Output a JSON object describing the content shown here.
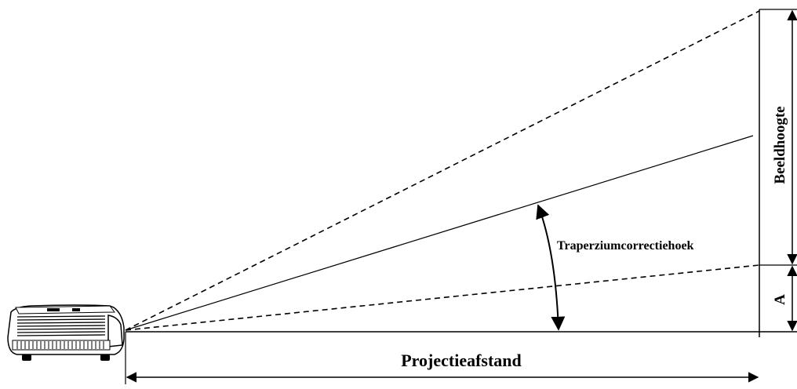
{
  "labels": {
    "image_height": "Beeldhoogte",
    "offset": "A",
    "keystone_angle": "Traperziumcorrectiehoek",
    "projection_distance": "Projectieafstand"
  },
  "icons": {
    "projector": "projector-icon"
  },
  "colors": {
    "line": "#000000",
    "background": "#ffffff"
  }
}
